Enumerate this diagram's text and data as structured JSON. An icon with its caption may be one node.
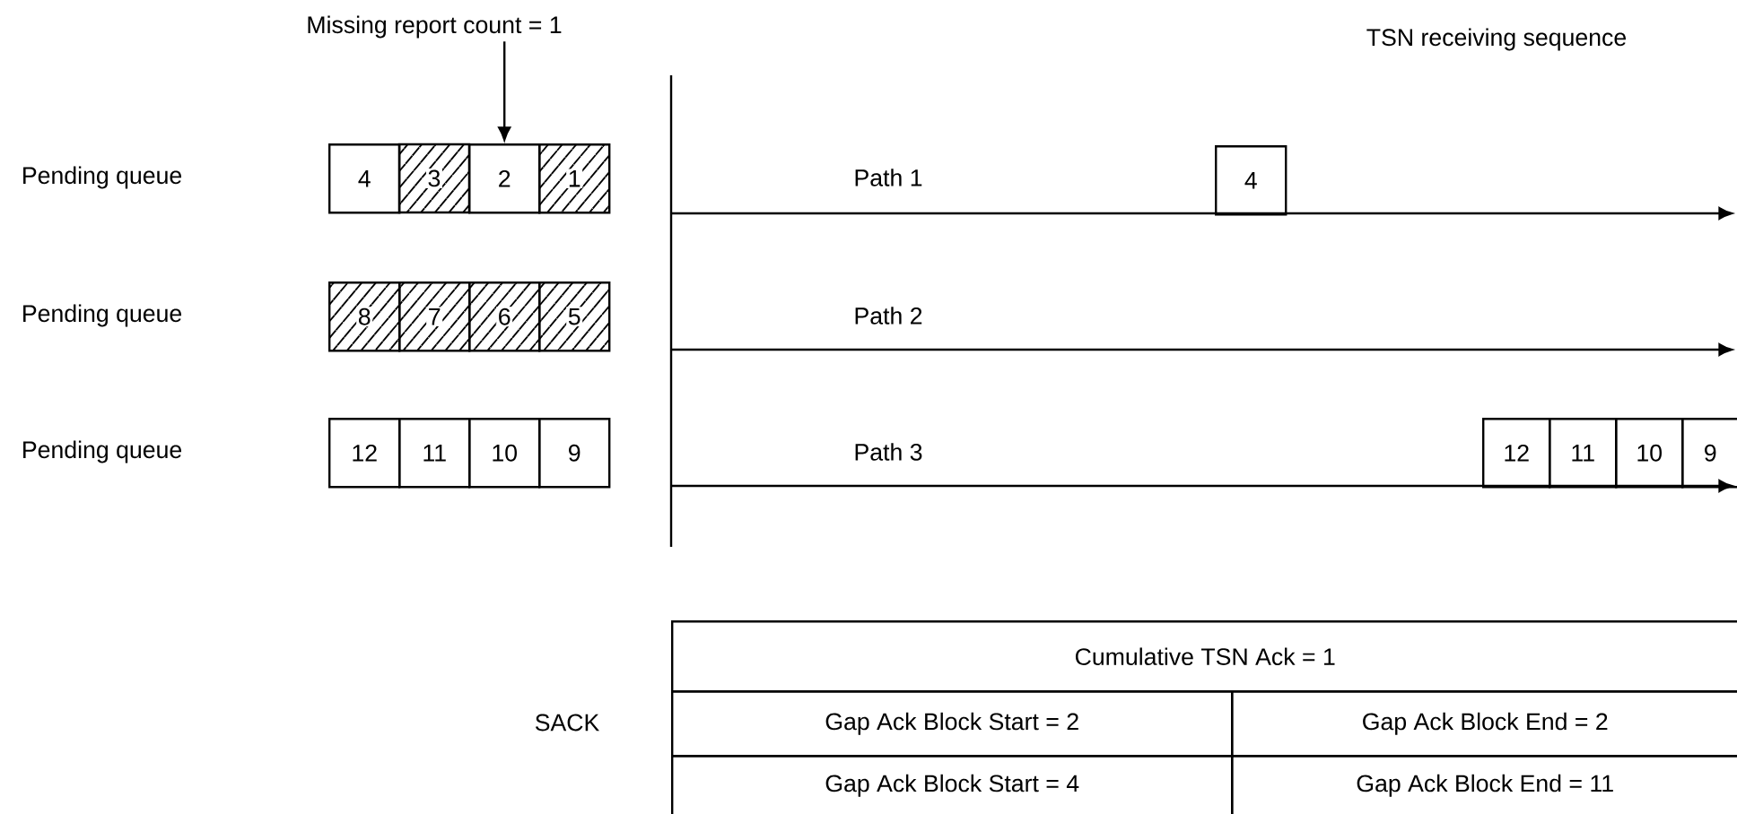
{
  "diagram": {
    "nodes": [
      {
        "text": [
          "Missing report count = 1"
        ]
      },
      {
        "text": [
          "4"
        ]
      },
      {
        "text": [
          "3"
        ]
      },
      {
        "text": [
          "2"
        ]
      },
      {
        "text": [
          "1"
        ]
      },
      {
        "text": [
          "8"
        ]
      },
      {
        "text": [
          "7"
        ]
      },
      {
        "text": [
          "6"
        ]
      },
      {
        "text": [
          "5"
        ]
      },
      {
        "text": [
          "12"
        ]
      },
      {
        "text": [
          "11"
        ]
      },
      {
        "text": [
          "10"
        ]
      },
      {
        "text": [
          "9"
        ]
      },
      {
        "text": [
          "4"
        ]
      },
      {
        "text": [
          "12"
        ]
      },
      {
        "text": [
          "11"
        ]
      },
      {
        "text": [
          "10"
        ]
      },
      {
        "text": [
          "9"
        ]
      }
    ],
    "edges": [
      {
        "from": 0,
        "to": 3,
        "arrow": "to"
      }
    ],
    "labels": [
      "TSN receiving sequence",
      "Pending queue",
      "Path 1",
      "Pending queue",
      "Path 2",
      "Pending queue",
      "Path 3",
      "Cumulative TSN Ack = 1",
      "SACK",
      "Gap Ack Block Start = 2",
      "Gap Ack Block End = 2",
      "Gap Ack Block Start = 4",
      "Gap Ack Block End = 11"
    ]
  }
}
